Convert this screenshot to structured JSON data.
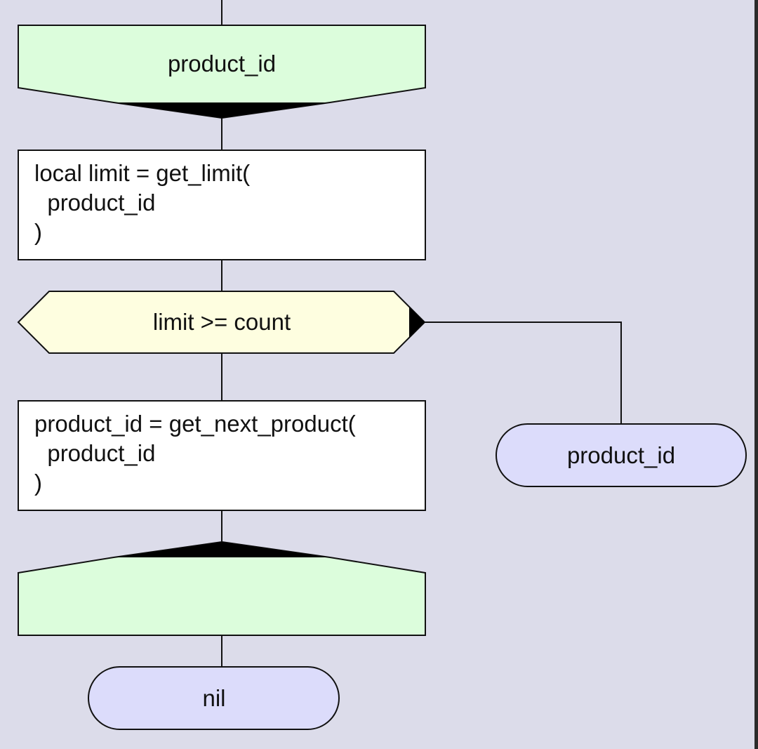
{
  "colors": {
    "background": "#dcdcea",
    "loop_fill": "#dcfddc",
    "action_fill": "#ffffff",
    "condition_fill": "#fefee0",
    "terminator_fill": "#dcdcfb",
    "stroke": "#111111"
  },
  "diagram": {
    "loop_begin": {
      "label": "product_id"
    },
    "action_get_limit": {
      "lines": [
        "local limit = get_limit(",
        "  product_id",
        ")"
      ]
    },
    "condition": {
      "label": "limit >= count"
    },
    "action_next_product": {
      "lines": [
        "product_id = get_next_product(",
        "  product_id",
        ")"
      ]
    },
    "loop_end": {
      "label": ""
    },
    "return_yes": {
      "label": "product_id"
    },
    "return_end": {
      "label": "nil"
    }
  }
}
